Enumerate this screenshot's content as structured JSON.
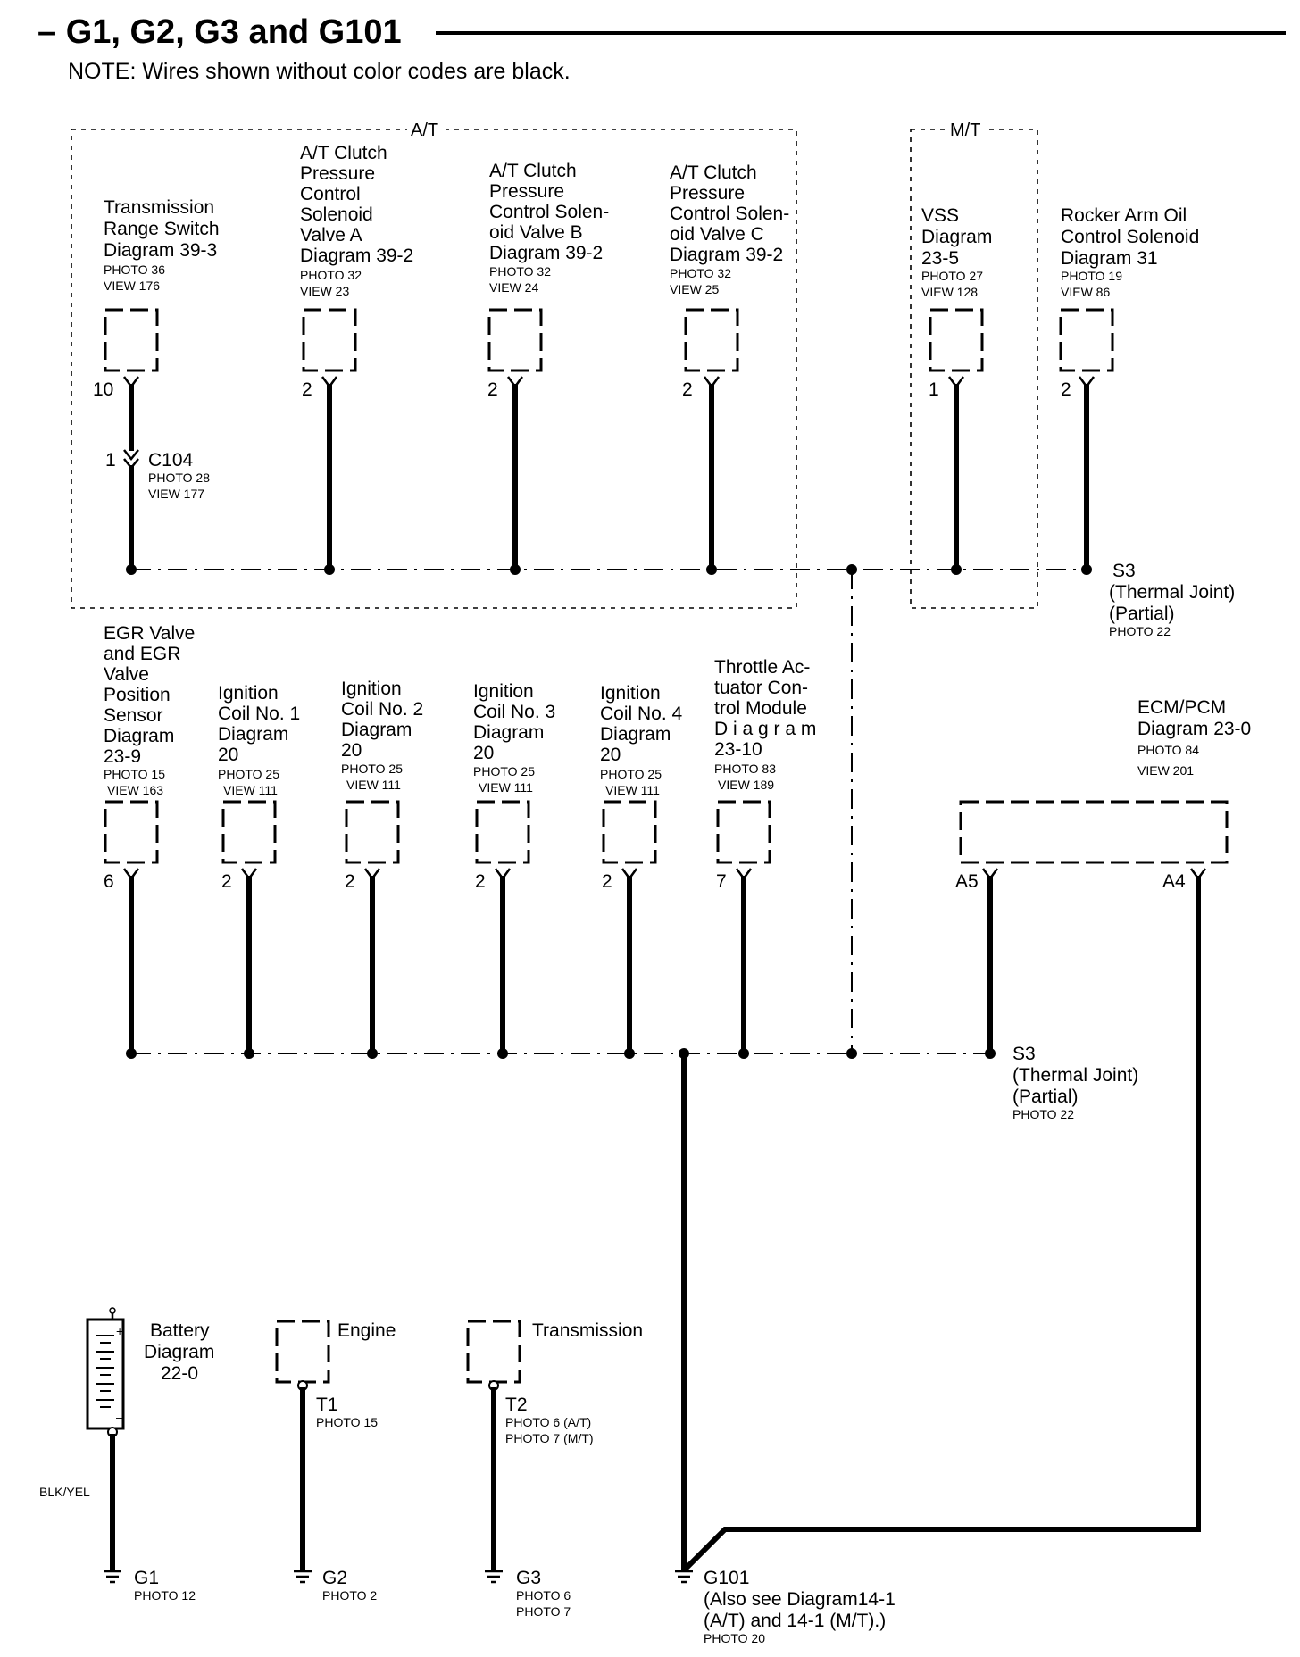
{
  "header": {
    "title": "– G1, G2, G3 and G101",
    "note": "NOTE: Wires shown without color codes are black."
  },
  "areas": {
    "at": "A/T",
    "mt": "M/T"
  },
  "row1": [
    {
      "lines": [
        "Transmission",
        "Range Switch",
        "Diagram 39-3"
      ],
      "photo": "PHOTO 36",
      "view": "VIEW 176",
      "pin": "10"
    },
    {
      "lines": [
        "A/T Clutch",
        "Pressure",
        "Control",
        "Solenoid",
        "Valve A",
        "Diagram 39-2"
      ],
      "photo": "PHOTO 32",
      "view": "VIEW 23",
      "pin": "2"
    },
    {
      "lines": [
        "A/T Clutch",
        "Pressure",
        "Control Solen-",
        "oid Valve B",
        "Diagram 39-2"
      ],
      "photo": "PHOTO 32",
      "view": "VIEW 24",
      "pin": "2"
    },
    {
      "lines": [
        "A/T Clutch",
        "Pressure",
        "Control Solen-",
        "oid Valve C",
        "Diagram 39-2"
      ],
      "photo": "PHOTO 32",
      "view": "VIEW 25",
      "pin": "2"
    },
    {
      "lines": [
        "VSS",
        "Diagram",
        "23-5"
      ],
      "photo": "PHOTO 27",
      "view": "VIEW 128",
      "pin": "1"
    },
    {
      "lines": [
        "Rocker  Arm  Oil",
        "Control Solenoid",
        "Diagram 31"
      ],
      "photo": "PHOTO 19",
      "view": "VIEW 86",
      "pin": "2"
    }
  ],
  "c104": {
    "pin": "1",
    "name": "C104",
    "photo": "PHOTO 28",
    "view": "VIEW 177"
  },
  "s3_top": {
    "name": "S3",
    "line2": "(Thermal Joint)",
    "line3": "(Partial)",
    "photo": "PHOTO 22"
  },
  "row2": [
    {
      "lines": [
        "EGR Valve",
        "and EGR",
        "Valve",
        "Position",
        "Sensor",
        "Diagram",
        "23-9"
      ],
      "photo": "PHOTO 15",
      "view": "VIEW 163",
      "pin": "6"
    },
    {
      "lines": [
        "Ignition",
        "Coil No. 1",
        "Diagram",
        "20"
      ],
      "photo": "PHOTO 25",
      "view": "VIEW 111",
      "pin": "2"
    },
    {
      "lines": [
        "Ignition",
        "Coil No. 2",
        "Diagram",
        "20"
      ],
      "photo": "PHOTO 25",
      "view": "VIEW 111",
      "pin": "2"
    },
    {
      "lines": [
        "Ignition",
        "Coil No. 3",
        "Diagram",
        "20"
      ],
      "photo": "PHOTO 25",
      "view": "VIEW 111",
      "pin": "2"
    },
    {
      "lines": [
        "Ignition",
        "Coil No. 4",
        "Diagram",
        "20"
      ],
      "photo": "PHOTO 25",
      "view": "VIEW 111",
      "pin": "2"
    },
    {
      "lines": [
        "Throttle Ac-",
        "tuator Con-",
        "trol Module",
        "D i a g r a m",
        "23-10"
      ],
      "photo": "PHOTO 83",
      "view": "VIEW 189",
      "pin": "7"
    }
  ],
  "ecm": {
    "lines": [
      "ECM/PCM",
      "Diagram 23-0"
    ],
    "photo": "PHOTO 84",
    "view": "VIEW 201",
    "pin_a5": "A5",
    "pin_a4": "A4"
  },
  "s3_bottom": {
    "name": "S3",
    "line2": "(Thermal Joint)",
    "line3": "(Partial)",
    "photo": "PHOTO 22"
  },
  "battery": {
    "lines": [
      "Battery",
      "Diagram",
      "22-0"
    ],
    "plus": "+",
    "minus": "–",
    "wire_color": "BLK/YEL"
  },
  "engine": {
    "label": "Engine",
    "terminal": "T1",
    "photo": "PHOTO 15"
  },
  "transmission": {
    "label": "Transmission",
    "terminal": "T2",
    "photo1": "PHOTO 6 (A/T)",
    "photo2": "PHOTO 7 (M/T)"
  },
  "grounds": {
    "g1": {
      "name": "G1",
      "photo": "PHOTO 12"
    },
    "g2": {
      "name": "G2",
      "photo": "PHOTO 2"
    },
    "g3": {
      "name": "G3",
      "photo1": "PHOTO 6",
      "photo2": "PHOTO 7"
    },
    "g101": {
      "name": "G101",
      "line2": "(Also see Diagram14-1",
      "line3": "(A/T) and 14-1 (M/T).)",
      "photo": "PHOTO 20"
    }
  }
}
